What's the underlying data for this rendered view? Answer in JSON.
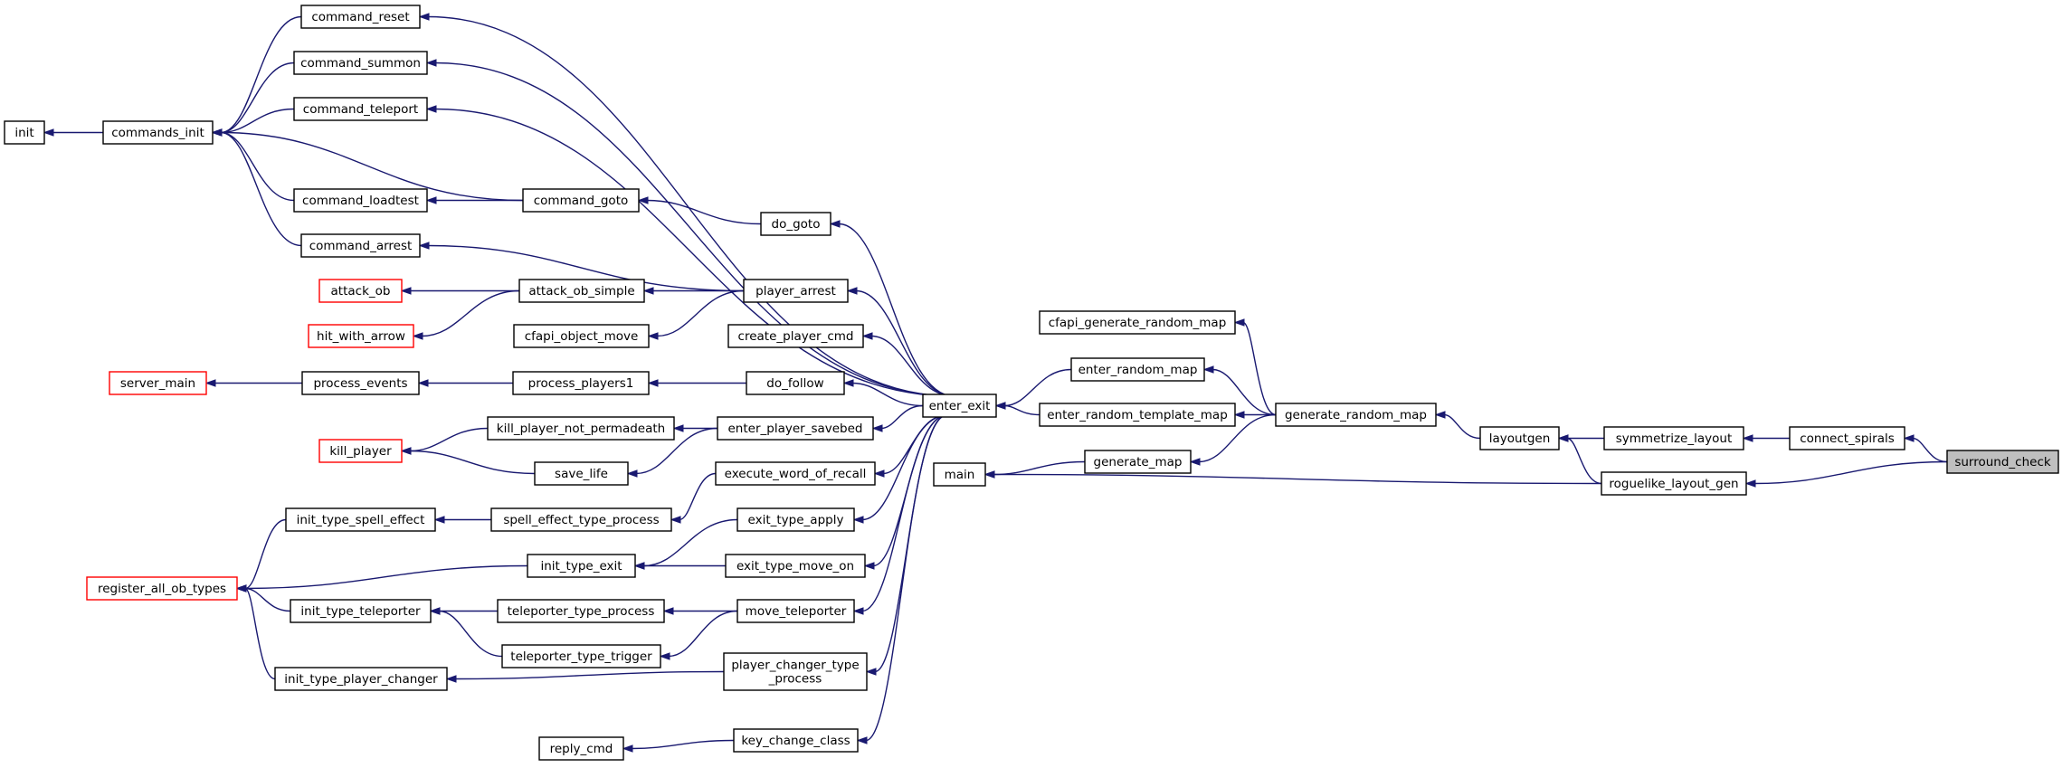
{
  "graph": {
    "root": "surround_check",
    "colors": {
      "edge": "#191970",
      "node_border": "#000000",
      "truncated_border": "#ff0000",
      "root_fill": "#bfbfbf",
      "node_fill": "#ffffff"
    },
    "nodes": [
      {
        "id": "init",
        "label": "init"
      },
      {
        "id": "commands_init",
        "label": "commands_init"
      },
      {
        "id": "command_reset",
        "label": "command_reset"
      },
      {
        "id": "command_summon",
        "label": "command_summon"
      },
      {
        "id": "command_teleport",
        "label": "command_teleport"
      },
      {
        "id": "command_loadtest",
        "label": "command_loadtest"
      },
      {
        "id": "command_goto",
        "label": "command_goto"
      },
      {
        "id": "command_arrest",
        "label": "command_arrest"
      },
      {
        "id": "do_goto",
        "label": "do_goto"
      },
      {
        "id": "attack_ob",
        "label": "attack_ob",
        "truncated": true
      },
      {
        "id": "attack_ob_simple",
        "label": "attack_ob_simple"
      },
      {
        "id": "hit_with_arrow",
        "label": "hit_with_arrow",
        "truncated": true
      },
      {
        "id": "player_arrest",
        "label": "player_arrest"
      },
      {
        "id": "cfapi_object_move",
        "label": "cfapi_object_move"
      },
      {
        "id": "create_player_cmd",
        "label": "create_player_cmd"
      },
      {
        "id": "server_main",
        "label": "server_main",
        "truncated": true
      },
      {
        "id": "process_events",
        "label": "process_events"
      },
      {
        "id": "process_players1",
        "label": "process_players1"
      },
      {
        "id": "do_follow",
        "label": "do_follow"
      },
      {
        "id": "kill_player",
        "label": "kill_player",
        "truncated": true
      },
      {
        "id": "kill_player_not_permadeath",
        "label": "kill_player_not_permadeath"
      },
      {
        "id": "enter_player_savebed",
        "label": "enter_player_savebed"
      },
      {
        "id": "save_life",
        "label": "save_life"
      },
      {
        "id": "execute_word_of_recall",
        "label": "execute_word_of_recall"
      },
      {
        "id": "init_type_spell_effect",
        "label": "init_type_spell_effect"
      },
      {
        "id": "spell_effect_type_process",
        "label": "spell_effect_type_process"
      },
      {
        "id": "register_all_ob_types",
        "label": "register_all_ob_types",
        "truncated": true
      },
      {
        "id": "exit_type_apply",
        "label": "exit_type_apply"
      },
      {
        "id": "init_type_exit",
        "label": "init_type_exit"
      },
      {
        "id": "exit_type_move_on",
        "label": "exit_type_move_on"
      },
      {
        "id": "init_type_teleporter",
        "label": "init_type_teleporter"
      },
      {
        "id": "teleporter_type_process",
        "label": "teleporter_type_process"
      },
      {
        "id": "move_teleporter",
        "label": "move_teleporter"
      },
      {
        "id": "teleporter_type_trigger",
        "label": "teleporter_type_trigger"
      },
      {
        "id": "init_type_player_changer",
        "label": "init_type_player_changer"
      },
      {
        "id": "player_changer_type_process",
        "label": "player_changer_type\n_process"
      },
      {
        "id": "reply_cmd",
        "label": "reply_cmd"
      },
      {
        "id": "key_change_class",
        "label": "key_change_class"
      },
      {
        "id": "enter_exit",
        "label": "enter_exit"
      },
      {
        "id": "main",
        "label": "main"
      },
      {
        "id": "cfapi_generate_random_map",
        "label": "cfapi_generate_random_map"
      },
      {
        "id": "enter_random_map",
        "label": "enter_random_map"
      },
      {
        "id": "enter_random_template_map",
        "label": "enter_random_template_map"
      },
      {
        "id": "generate_map",
        "label": "generate_map"
      },
      {
        "id": "generate_random_map",
        "label": "generate_random_map"
      },
      {
        "id": "layoutgen",
        "label": "layoutgen"
      },
      {
        "id": "symmetrize_layout",
        "label": "symmetrize_layout"
      },
      {
        "id": "roguelike_layout_gen",
        "label": "roguelike_layout_gen"
      },
      {
        "id": "connect_spirals",
        "label": "connect_spirals"
      },
      {
        "id": "surround_check",
        "label": "surround_check",
        "root": true
      }
    ],
    "edges": [
      {
        "from": "init",
        "to": "commands_init"
      },
      {
        "from": "commands_init",
        "to": "command_reset"
      },
      {
        "from": "commands_init",
        "to": "command_summon"
      },
      {
        "from": "commands_init",
        "to": "command_teleport"
      },
      {
        "from": "commands_init",
        "to": "command_loadtest"
      },
      {
        "from": "commands_init",
        "to": "command_goto"
      },
      {
        "from": "commands_init",
        "to": "command_arrest"
      },
      {
        "from": "command_loadtest",
        "to": "command_goto"
      },
      {
        "from": "command_goto",
        "to": "do_goto"
      },
      {
        "from": "attack_ob",
        "to": "attack_ob_simple"
      },
      {
        "from": "hit_with_arrow",
        "to": "attack_ob_simple"
      },
      {
        "from": "attack_ob_simple",
        "to": "player_arrest"
      },
      {
        "from": "command_arrest",
        "to": "player_arrest"
      },
      {
        "from": "cfapi_object_move",
        "to": "player_arrest"
      },
      {
        "from": "server_main",
        "to": "process_events"
      },
      {
        "from": "process_events",
        "to": "process_players1"
      },
      {
        "from": "process_players1",
        "to": "do_follow"
      },
      {
        "from": "kill_player",
        "to": "kill_player_not_permadeath"
      },
      {
        "from": "kill_player",
        "to": "save_life"
      },
      {
        "from": "kill_player_not_permadeath",
        "to": "enter_player_savebed"
      },
      {
        "from": "save_life",
        "to": "enter_player_savebed"
      },
      {
        "from": "spell_effect_type_process",
        "to": "execute_word_of_recall"
      },
      {
        "from": "init_type_spell_effect",
        "to": "spell_effect_type_process"
      },
      {
        "from": "register_all_ob_types",
        "to": "init_type_spell_effect"
      },
      {
        "from": "register_all_ob_types",
        "to": "init_type_exit"
      },
      {
        "from": "register_all_ob_types",
        "to": "init_type_teleporter"
      },
      {
        "from": "register_all_ob_types",
        "to": "init_type_player_changer"
      },
      {
        "from": "init_type_exit",
        "to": "exit_type_apply"
      },
      {
        "from": "init_type_exit",
        "to": "exit_type_move_on"
      },
      {
        "from": "init_type_teleporter",
        "to": "teleporter_type_process"
      },
      {
        "from": "init_type_teleporter",
        "to": "teleporter_type_trigger"
      },
      {
        "from": "teleporter_type_process",
        "to": "move_teleporter"
      },
      {
        "from": "teleporter_type_trigger",
        "to": "move_teleporter"
      },
      {
        "from": "init_type_player_changer",
        "to": "player_changer_type_process"
      },
      {
        "from": "reply_cmd",
        "to": "key_change_class"
      },
      {
        "from": "command_reset",
        "to": "enter_exit"
      },
      {
        "from": "command_summon",
        "to": "enter_exit"
      },
      {
        "from": "command_teleport",
        "to": "enter_exit"
      },
      {
        "from": "do_goto",
        "to": "enter_exit"
      },
      {
        "from": "player_arrest",
        "to": "enter_exit"
      },
      {
        "from": "create_player_cmd",
        "to": "enter_exit"
      },
      {
        "from": "do_follow",
        "to": "enter_exit"
      },
      {
        "from": "enter_player_savebed",
        "to": "enter_exit"
      },
      {
        "from": "execute_word_of_recall",
        "to": "enter_exit"
      },
      {
        "from": "exit_type_apply",
        "to": "enter_exit"
      },
      {
        "from": "exit_type_move_on",
        "to": "enter_exit"
      },
      {
        "from": "move_teleporter",
        "to": "enter_exit"
      },
      {
        "from": "player_changer_type_process",
        "to": "enter_exit"
      },
      {
        "from": "key_change_class",
        "to": "enter_exit"
      },
      {
        "from": "enter_exit",
        "to": "enter_random_map"
      },
      {
        "from": "enter_exit",
        "to": "enter_random_template_map"
      },
      {
        "from": "main",
        "to": "generate_map"
      },
      {
        "from": "main",
        "to": "roguelike_layout_gen"
      },
      {
        "from": "cfapi_generate_random_map",
        "to": "generate_random_map"
      },
      {
        "from": "enter_random_map",
        "to": "generate_random_map"
      },
      {
        "from": "enter_random_template_map",
        "to": "generate_random_map"
      },
      {
        "from": "generate_map",
        "to": "generate_random_map"
      },
      {
        "from": "generate_random_map",
        "to": "layoutgen"
      },
      {
        "from": "layoutgen",
        "to": "symmetrize_layout"
      },
      {
        "from": "layoutgen",
        "to": "roguelike_layout_gen"
      },
      {
        "from": "symmetrize_layout",
        "to": "connect_spirals"
      },
      {
        "from": "connect_spirals",
        "to": "surround_check"
      },
      {
        "from": "roguelike_layout_gen",
        "to": "surround_check"
      }
    ]
  }
}
